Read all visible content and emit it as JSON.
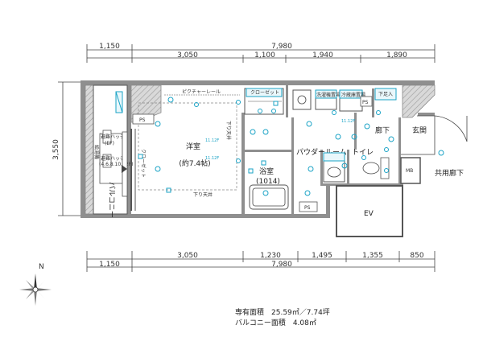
{
  "dimensions": {
    "top_total_left": "1,150",
    "top_total": "7,980",
    "top_segments": [
      "3,050",
      "1,100",
      "1,940",
      "1,890"
    ],
    "bottom_segments": [
      "3,050",
      "1,230",
      "1,495",
      "1,355",
      "850"
    ],
    "bottom_total_left": "1,150",
    "bottom_total": "7,980",
    "left_depth": "3,550"
  },
  "rooms": {
    "western_room": "洋室",
    "western_room_size": "(約7.4帖)",
    "closet": "クローゼット",
    "washer": "洗濯機置場",
    "fridge": "冷蔵庫置場",
    "shoe": "下足入",
    "hallway": "廊下",
    "entrance": "玄関",
    "powder": "パウダールーム",
    "bath": "浴室",
    "bath_size": "(1014)",
    "toilet": "トイレ",
    "mb": "MB",
    "common_hall": "共用廊下",
    "ev": "EV",
    "balcony": "バルコニー",
    "ps_1": "PS",
    "ps_2": "PS",
    "ps_3": "PS",
    "ac_top": "給湯機",
    "ac_label_1": "避難ハッチ",
    "ac_label_1_sub": "(EF)",
    "ac_label_2": "避難ハッチ",
    "ac_label_2_sub": "(4.6.8.10.12F)",
    "picture_rail": "ピクチャーレール",
    "lower_ceiling": "下り天井",
    "ceiling_note_1": "11.12F",
    "ceiling_note_2": "11.12F",
    "ceiling_note_3": "11.12F",
    "lower_ceiling_side": "下り天井",
    "closet_side": "クローゼット"
  },
  "compass": {
    "north": "N"
  },
  "area": {
    "exclusive": "専有面積　25.59㎡／7.74坪",
    "balcony": "バルコニー面積　4.08㎡"
  }
}
